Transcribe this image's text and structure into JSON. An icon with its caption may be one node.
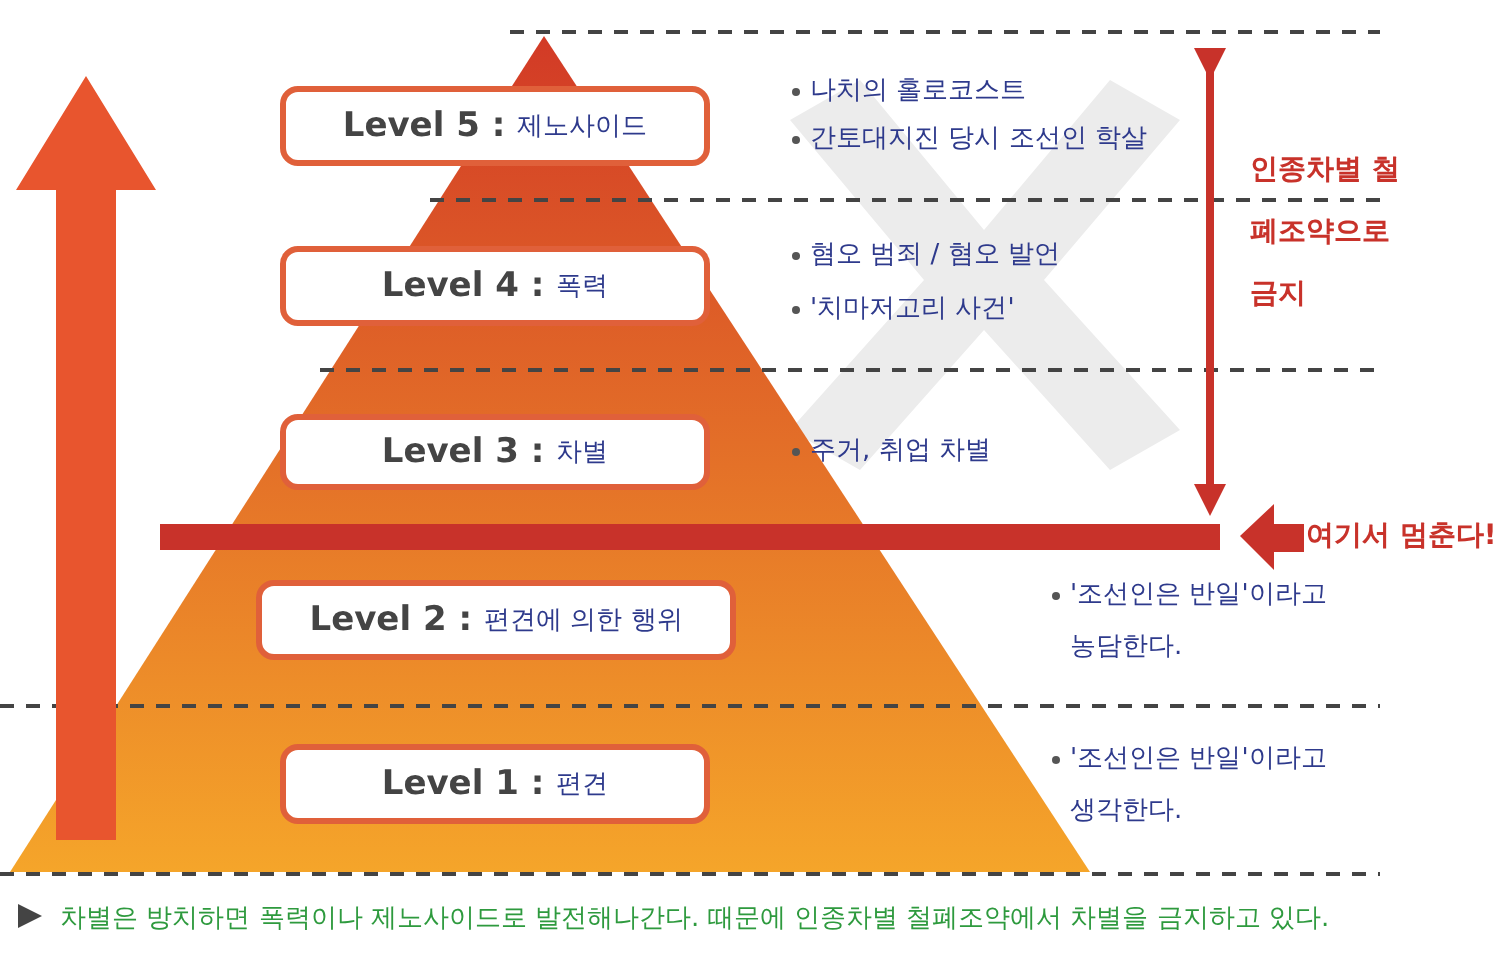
{
  "diagram": {
    "caption": "차별은 방치하면 폭력이나 제노사이드로 발전해나간다. 때문에 인종차별 철폐조약에서 차별을 금지하고 있다.",
    "nodes": [
      {
        "text": [
          "Level 5 :",
          "제노사이드"
        ]
      },
      {
        "text": [
          "Level 4 :",
          "폭력"
        ]
      },
      {
        "text": [
          "Level 3 :",
          "차별"
        ]
      },
      {
        "text": [
          "Level 2 :",
          "편견에 의한 행위"
        ]
      },
      {
        "text": [
          "Level 1 :",
          "편견"
        ]
      }
    ],
    "edges": [],
    "labels": [
      "나치의 홀로코스트",
      "간토대지진 당시 조선인 학살",
      "인종차별 철폐조약으로 금지",
      "혐오 범죄 / 혐오 발언",
      "'치마저고리 사건'",
      "주거, 취업 차별",
      "여기서 멈춘다!",
      "'조선인은 반일'이라고 농담한다.",
      "'조선인은 반일'이라고 생각한다."
    ]
  }
}
